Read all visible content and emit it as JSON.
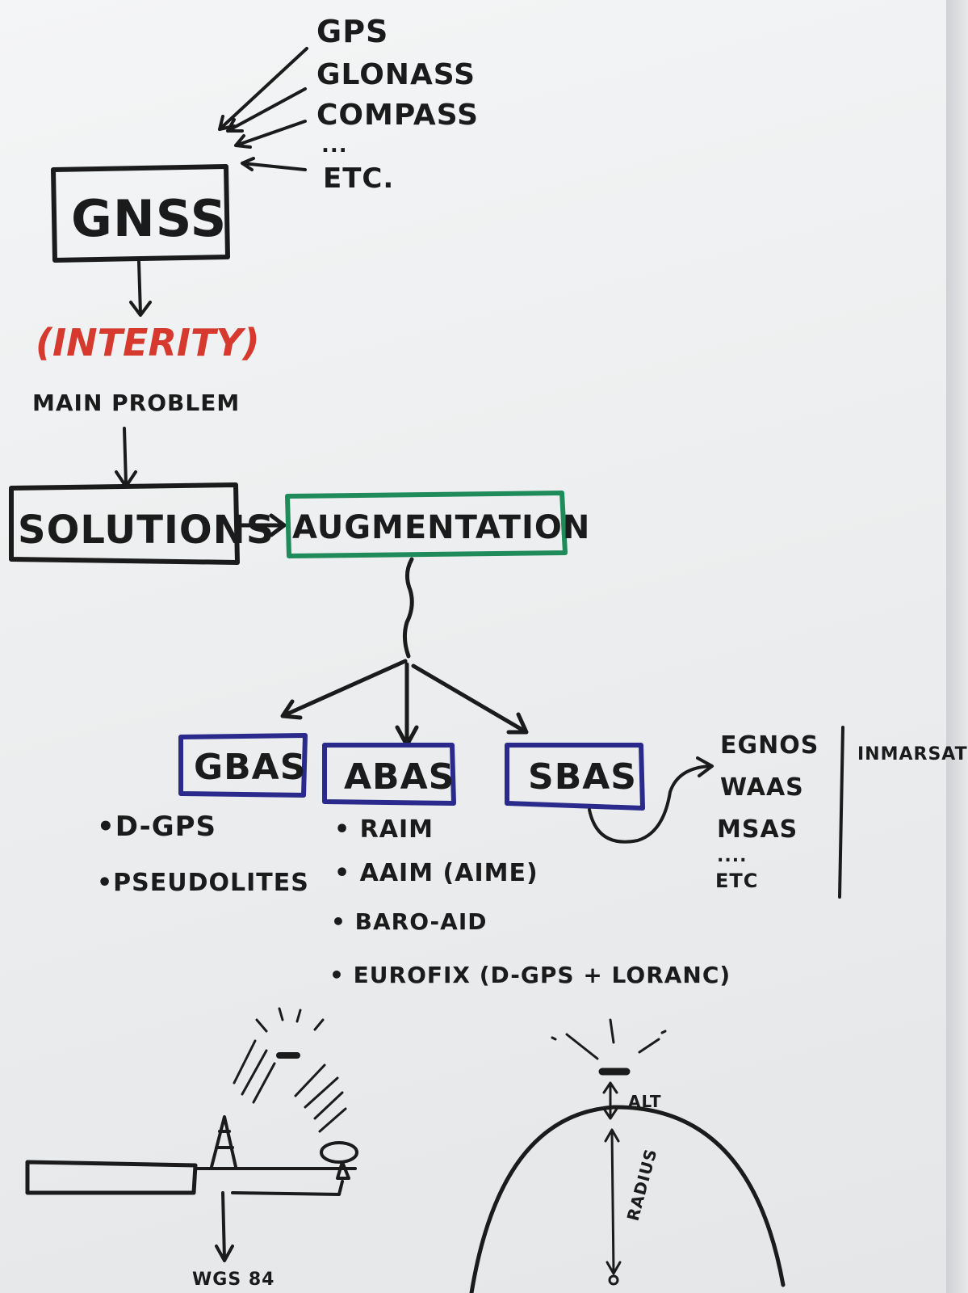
{
  "colors": {
    "ink": "#1b1b1b",
    "red": "#d63a2f",
    "green": "#1f8a5a",
    "blue": "#2a2a8c",
    "paper": "#f1f2f3"
  },
  "constellations": [
    "GPS",
    "GLONASS",
    "COMPASS",
    "...",
    "ETC."
  ],
  "gnss": "GNSS",
  "integrity": "(INTERITY)",
  "main_problem": "MAIN PROBLEM",
  "solutions": "SOLUTIONS",
  "augmentation": "AUGMENTATION",
  "gbas": {
    "label": "GBAS",
    "items": [
      "•D-GPS",
      "•PSEUDOLITES"
    ]
  },
  "abas": {
    "label": "ABAS",
    "items": [
      "• RAIM",
      "• AAIM (AIME)",
      "• BARO-AID",
      "• EUROFIX (D-GPS + LORANC)"
    ]
  },
  "sbas": {
    "label": "SBAS",
    "systems": [
      "EGNOS",
      "WAAS",
      "MSAS",
      "....",
      "ETC"
    ],
    "inmarsat": "INMARSAT"
  },
  "sketch_left": {
    "datum": "WGS 84"
  },
  "sketch_right": {
    "alt": "ALT",
    "radius": "RADIUS"
  }
}
